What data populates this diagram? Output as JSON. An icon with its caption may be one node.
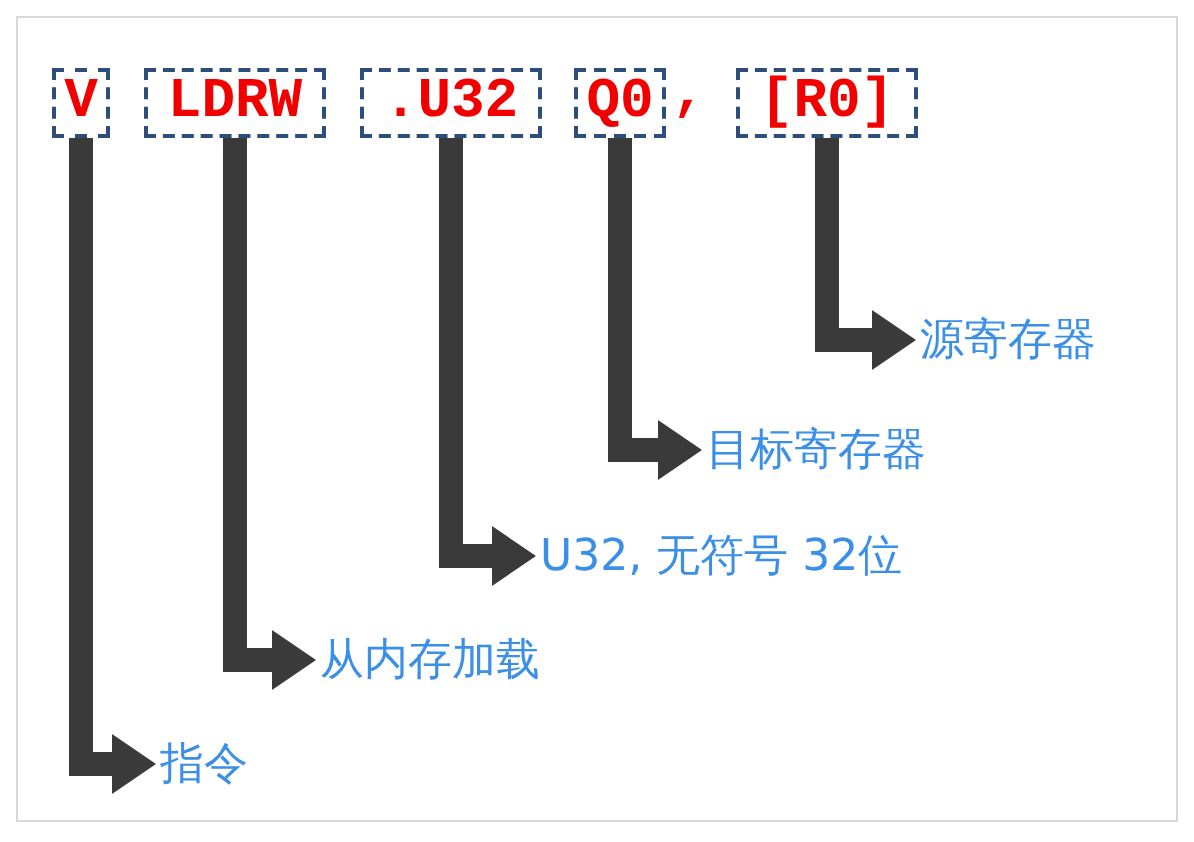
{
  "diagram": {
    "nodes": [
      {
        "text": [
          "V"
        ]
      },
      {
        "text": [
          "LDRW"
        ]
      },
      {
        "text": [
          ".U32"
        ]
      },
      {
        "text": [
          "Q0"
        ]
      },
      {
        "text": [
          "[R0]"
        ]
      },
      {
        "text": [
          "源寄存器"
        ]
      },
      {
        "text": [
          "目标寄存器"
        ]
      },
      {
        "text": [
          "U32, 无符号 32位"
        ]
      },
      {
        "text": [
          "从内存加载"
        ]
      },
      {
        "text": [
          "指令"
        ]
      }
    ],
    "edges": [
      {
        "from": 0,
        "to": 9,
        "arrow": "to"
      },
      {
        "from": 1,
        "to": 8,
        "arrow": "to"
      },
      {
        "from": 2,
        "to": 7,
        "arrow": "to"
      },
      {
        "from": 3,
        "to": 6,
        "arrow": "to"
      },
      {
        "from": 4,
        "to": 5,
        "arrow": "to"
      }
    ],
    "labels": [
      ","
    ]
  }
}
